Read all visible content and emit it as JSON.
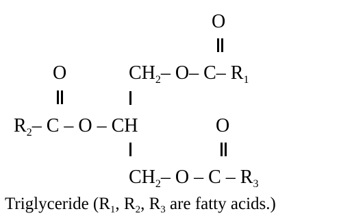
{
  "structure": {
    "top_carbonyl_o": "O",
    "left_carbonyl_o": "O",
    "ch2_top": {
      "group": "CH",
      "sub": "2",
      "link": "– O– C– R",
      "r_sub": "1"
    },
    "middle": {
      "r": "R",
      "r_sub": "2",
      "chain": "– C – O – CH"
    },
    "bottom_carbonyl_o": "O",
    "ch2_bottom": {
      "group": "CH",
      "sub": "2",
      "link": "– O – C – R",
      "r_sub": "3"
    }
  },
  "caption": {
    "lead": "Triglyceride (R",
    "r1_sub": "1",
    "sep1": ", R",
    "r2_sub": "2",
    "sep2": ", R",
    "r3_sub": "3",
    "tail": " are fatty acids.)"
  }
}
